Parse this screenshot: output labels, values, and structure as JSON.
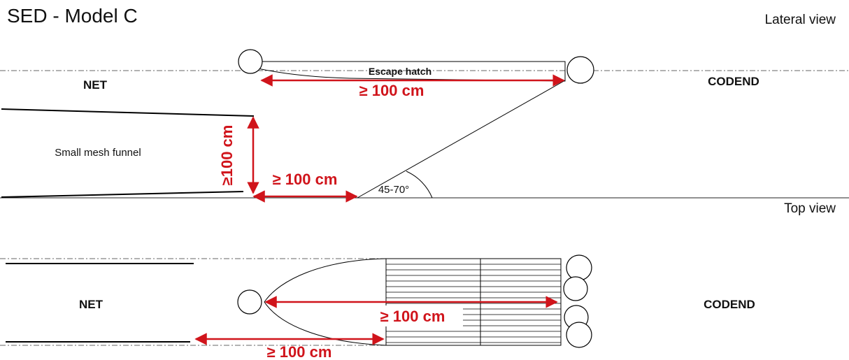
{
  "title": "SED - Model C",
  "views": {
    "lateral": "Lateral view",
    "top": "Top view"
  },
  "lateral": {
    "net_label": "NET",
    "codend_label": "CODEND",
    "escape_hatch_label": "Escape hatch",
    "funnel_label": "Small mesh funnel",
    "dim_hatch": "≥ 100 cm",
    "dim_funnel_height": "≥100 cm",
    "dim_funnel_to_grid": "≥ 100 cm",
    "angle_label": "45-70°"
  },
  "top": {
    "net_label": "NET",
    "codend_label": "CODEND",
    "dim_hatch": "≥ 100 cm",
    "dim_funnel_to_grid": "≥ 100 cm"
  },
  "colors": {
    "line": "#000000",
    "dimension": "#d0141b",
    "centerline": "#666666"
  }
}
